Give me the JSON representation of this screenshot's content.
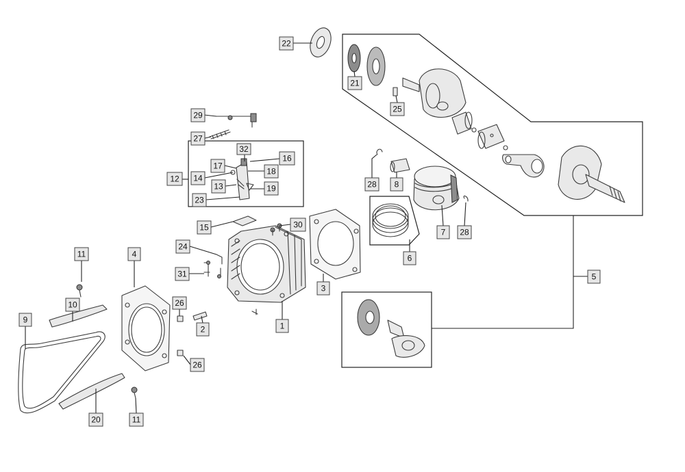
{
  "callouts": [
    {
      "id": "c22",
      "label": "22"
    },
    {
      "id": "c21",
      "label": "21"
    },
    {
      "id": "c25",
      "label": "25"
    },
    {
      "id": "c29",
      "label": "29"
    },
    {
      "id": "c27",
      "label": "27"
    },
    {
      "id": "c32",
      "label": "32"
    },
    {
      "id": "c16",
      "label": "16"
    },
    {
      "id": "c17",
      "label": "17"
    },
    {
      "id": "c18",
      "label": "18"
    },
    {
      "id": "c12",
      "label": "12"
    },
    {
      "id": "c14",
      "label": "14"
    },
    {
      "id": "c13",
      "label": "13"
    },
    {
      "id": "c19",
      "label": "19"
    },
    {
      "id": "c23",
      "label": "23"
    },
    {
      "id": "c28a",
      "label": "28"
    },
    {
      "id": "c8",
      "label": "8"
    },
    {
      "id": "c7",
      "label": "7"
    },
    {
      "id": "c28b",
      "label": "28"
    },
    {
      "id": "c6",
      "label": "6"
    },
    {
      "id": "c15",
      "label": "15"
    },
    {
      "id": "c30",
      "label": "30"
    },
    {
      "id": "c24",
      "label": "24"
    },
    {
      "id": "c31",
      "label": "31"
    },
    {
      "id": "c3",
      "label": "3"
    },
    {
      "id": "c5",
      "label": "5"
    },
    {
      "id": "c11a",
      "label": "11"
    },
    {
      "id": "c4",
      "label": "4"
    },
    {
      "id": "c10",
      "label": "10"
    },
    {
      "id": "c26a",
      "label": "26"
    },
    {
      "id": "c2",
      "label": "2"
    },
    {
      "id": "c1",
      "label": "1"
    },
    {
      "id": "c9",
      "label": "9"
    },
    {
      "id": "c26b",
      "label": "26"
    },
    {
      "id": "c20",
      "label": "20"
    },
    {
      "id": "c11b",
      "label": "11"
    }
  ]
}
